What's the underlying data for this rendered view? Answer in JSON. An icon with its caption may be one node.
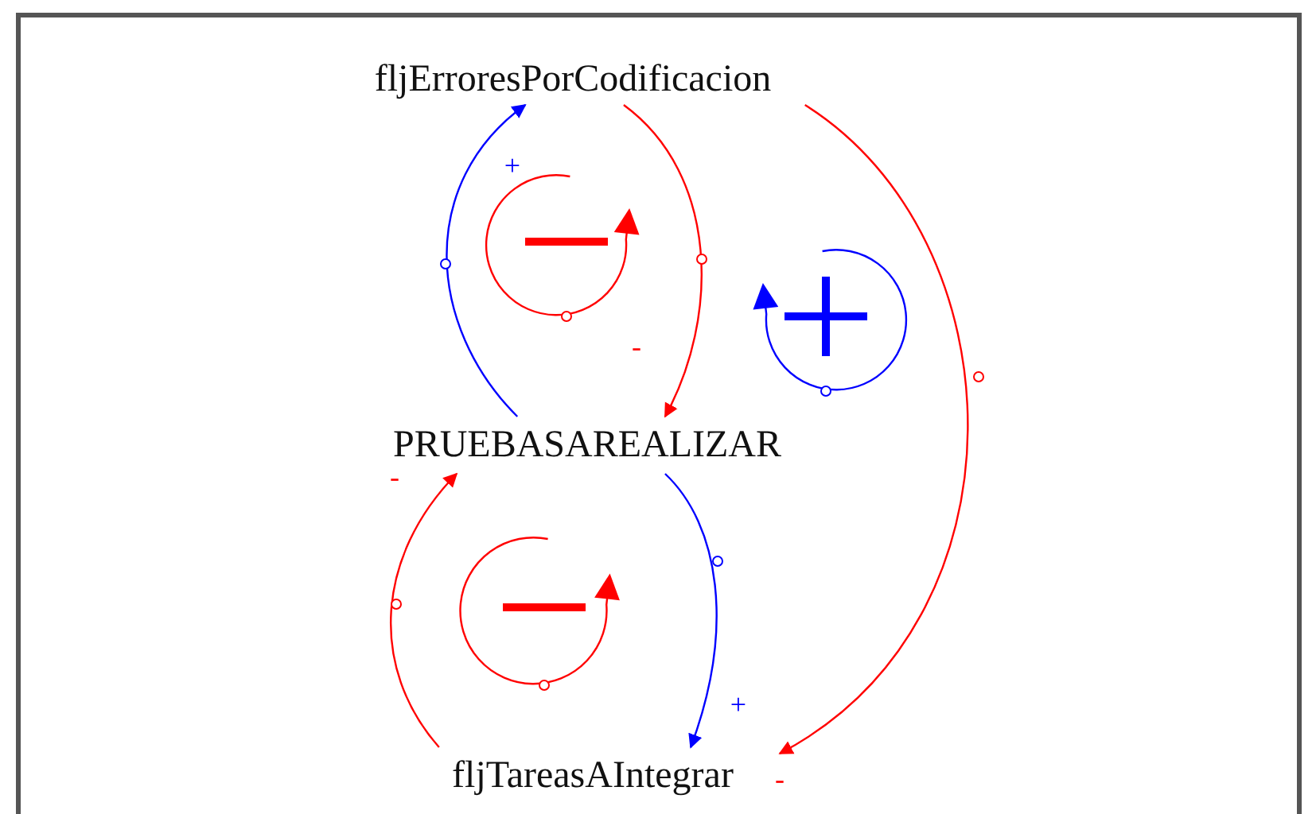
{
  "diagram": {
    "nodes": [
      {
        "text": [
          "fljErroresPorCodificacion"
        ]
      },
      {
        "text": [
          "PRUEBASAREALIZAR"
        ]
      },
      {
        "text": [
          "fljTareasAIntegrar"
        ]
      }
    ],
    "edges": [
      {
        "from": 1,
        "to": 0,
        "arrow": "to",
        "label": "+",
        "color": "#0000ff"
      },
      {
        "from": 0,
        "to": 1,
        "arrow": "to",
        "label": "-"
      },
      {
        "from": 0,
        "to": 2,
        "arrow": "to",
        "label": "-"
      },
      {
        "from": 1,
        "to": 2,
        "arrow": "to",
        "label": "+",
        "color": "#0000ff"
      },
      {
        "from": 2,
        "to": 1,
        "arrow": "to",
        "label": "-"
      }
    ]
  }
}
